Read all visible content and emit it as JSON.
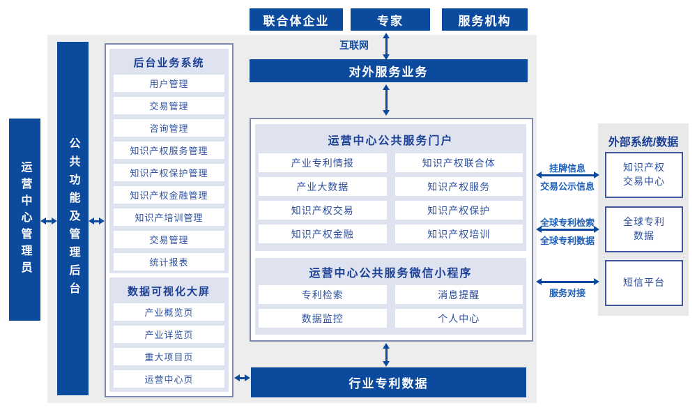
{
  "top_entities": [
    {
      "label": "联合体企业"
    },
    {
      "label": "专家"
    },
    {
      "label": "服务机构"
    }
  ],
  "internet_label": "互联网",
  "external_service_bar": "对外服务业务",
  "left_rail": {
    "admin": "运营中心管理员",
    "public_mgmt": "公共功能及管理后台"
  },
  "backend_panel": {
    "title": "后台业务系统",
    "items": [
      "用户管理",
      "交易管理",
      "咨询管理",
      "知识产权服务管理",
      "知识产权保护管理",
      "知识产权金融管理",
      "知识产培训管理",
      "交易管理",
      "统计报表"
    ]
  },
  "dashboard_panel": {
    "title": "数据可视化大屏",
    "items": [
      "产业概览页",
      "产业详览页",
      "重大项目页",
      "运营中心页"
    ]
  },
  "portal_panel": {
    "title": "运营中心公共服务门户",
    "items": [
      "产业专利情报",
      "知识产权联合体",
      "产业大数据",
      "知识产权服务",
      "知识产权交易",
      "知识产权保护",
      "知识产权金融",
      "知识产权培训"
    ]
  },
  "miniapp_panel": {
    "title": "运营中心公共服务微信小程序",
    "items": [
      "专利检索",
      "消息提醒",
      "数据监控",
      "个人中心"
    ]
  },
  "industry_patent_bar": "行业专利数据",
  "external_panel": {
    "title": "外部系统/数据",
    "boxes": [
      {
        "line1": "知识产权",
        "line2": "交易中心"
      },
      {
        "line1": "全球专利",
        "line2": "数据"
      },
      {
        "line1": "短信平台",
        "line2": ""
      }
    ]
  },
  "link_labels": {
    "listing_info": "挂牌信息",
    "trade_publicity_info": "交易公示信息",
    "global_patent_search": "全球专利检索",
    "global_patent_data": "全球专利数据",
    "service_connection": "服务对接"
  },
  "colors": {
    "dark_blue": "#0c4a9e",
    "panel_lavender": "#dfe3f0",
    "container_border": "#8289ae",
    "item_text_blue": "#2c509f",
    "title_navy": "#1a3f94",
    "link_label_blue": "#1c5eb5",
    "background_gray": "#ededed",
    "external_background_gray": "#e9e9e9",
    "external_box_border": "#40549c"
  }
}
